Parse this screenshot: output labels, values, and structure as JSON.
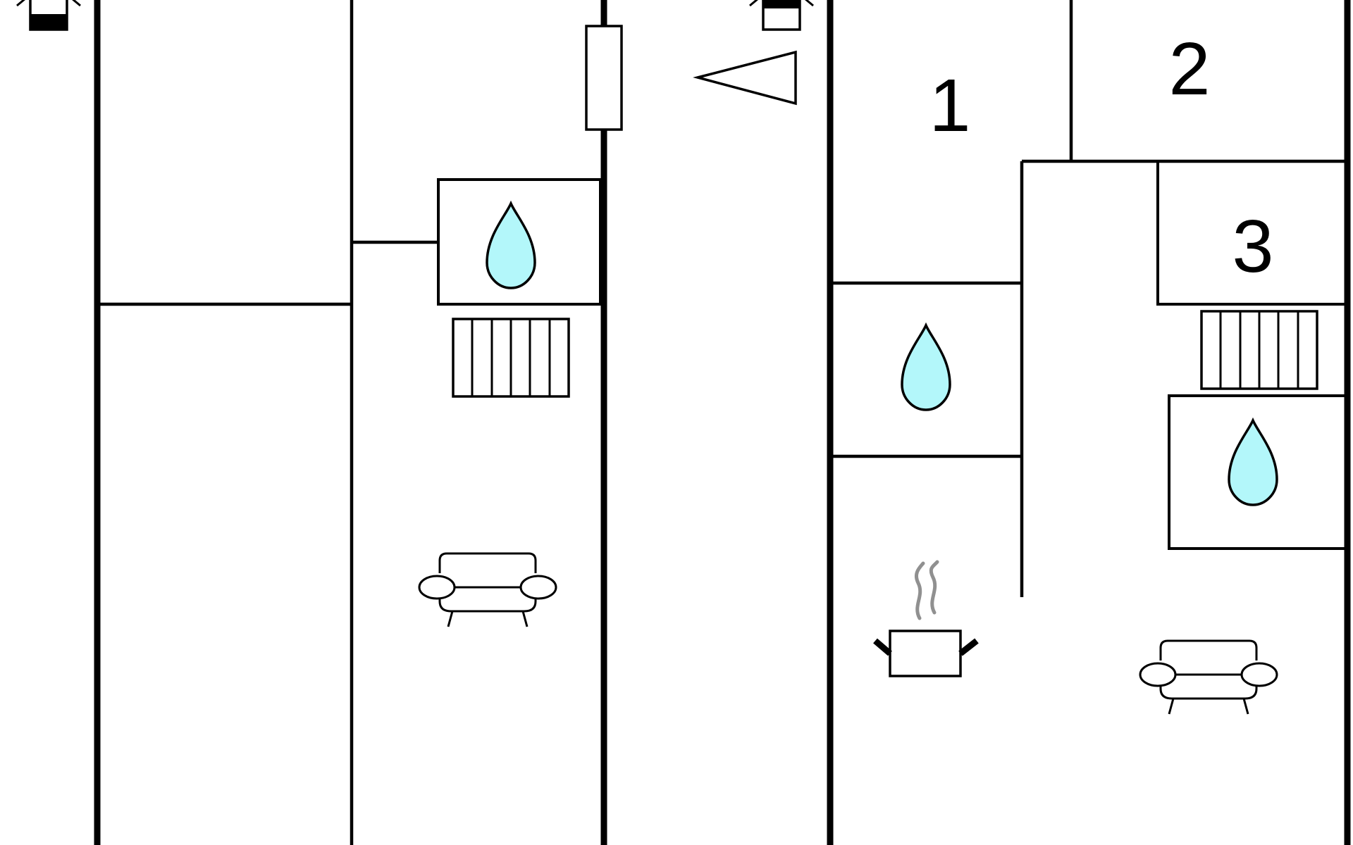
{
  "rooms": {
    "room_1": {
      "label": "1"
    },
    "room_2": {
      "label": "2"
    },
    "room_3": {
      "label": "3"
    }
  },
  "icons": {
    "bathroom": "water-drop-icon",
    "radiator": "radiator-icon",
    "living_room": "sofa-icon",
    "kitchen": "cooking-pot-icon",
    "stairs": "staircase-icon",
    "fireplace": "stove-icon",
    "gable": "triangle-icon"
  },
  "colors": {
    "wall": "#000000",
    "water_drop": "#b3f7fa",
    "steam": "#909090",
    "background": "#ffffff"
  }
}
